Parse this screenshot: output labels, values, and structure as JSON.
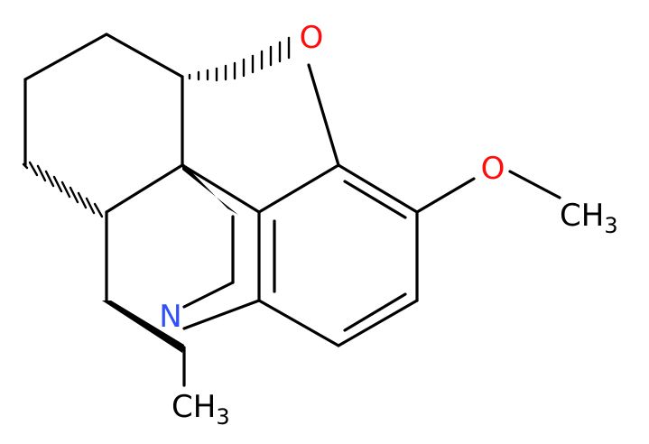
{
  "colors": {
    "bond": "#000000",
    "oxygen": "#ff0d0d",
    "nitrogen": "#3050f8",
    "carbon": "#000000"
  },
  "labels": {
    "ring_oxygen": "O",
    "methoxy_oxygen": "O",
    "nitrogen": "N",
    "methoxy_methyl": {
      "main": "CH",
      "sub": "3"
    },
    "n_methyl": {
      "main": "CH",
      "sub": "3"
    }
  }
}
